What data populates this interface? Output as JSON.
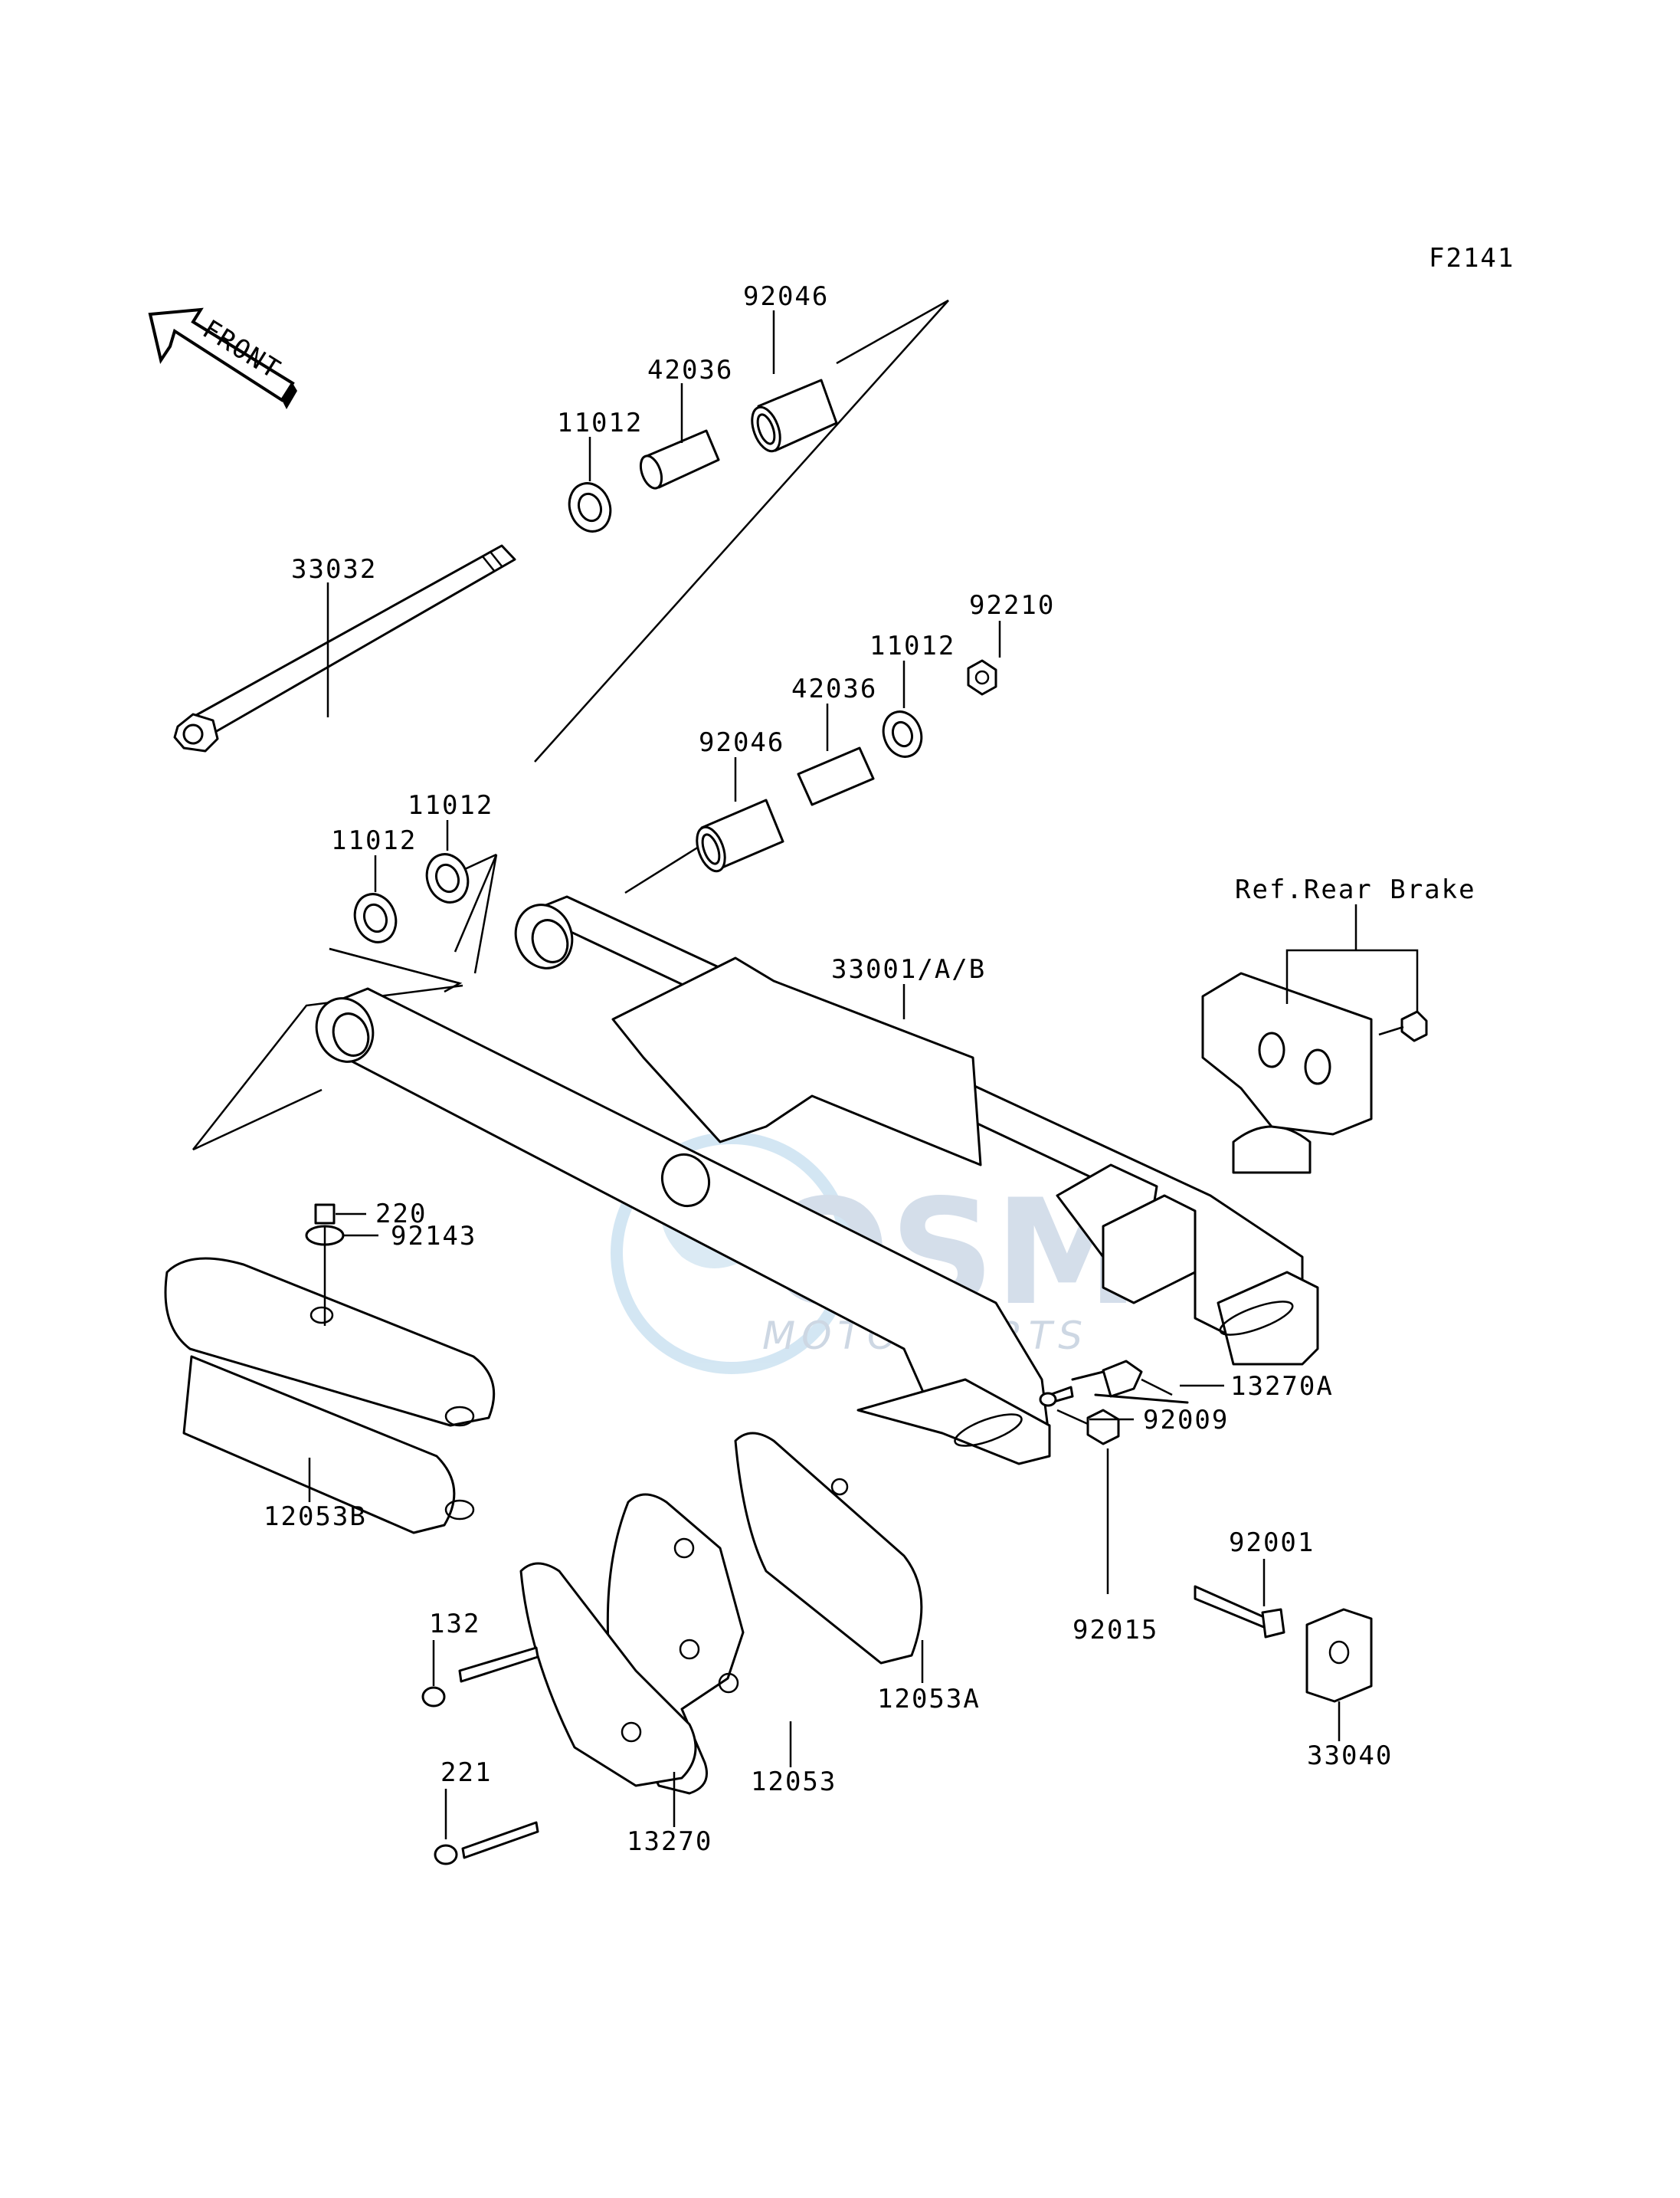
{
  "figure_code": "F2141",
  "orientation": {
    "front_label": "FRONT"
  },
  "watermark": {
    "brand": "OSM",
    "sub": "MOTORPARTS"
  },
  "reference_note": "Ref.Rear Brake",
  "callouts": {
    "p92046_top": "92046",
    "p42036_top": "42036",
    "p11012_top": "11012",
    "p33032": "33032",
    "p92210": "92210",
    "p11012_right": "11012",
    "p42036_mid": "42036",
    "p92046_mid": "92046",
    "p11012_left_a": "11012",
    "p11012_left_b": "11012",
    "p33001": "33001/A/B",
    "p220": "220",
    "p92143": "92143",
    "p13270A": "13270A",
    "p92009": "92009",
    "p12053B": "12053B",
    "p92001": "92001",
    "p92015": "92015",
    "p132": "132",
    "p12053A": "12053A",
    "p33040": "33040",
    "p221": "221",
    "p12053": "12053",
    "p13270": "13270"
  }
}
